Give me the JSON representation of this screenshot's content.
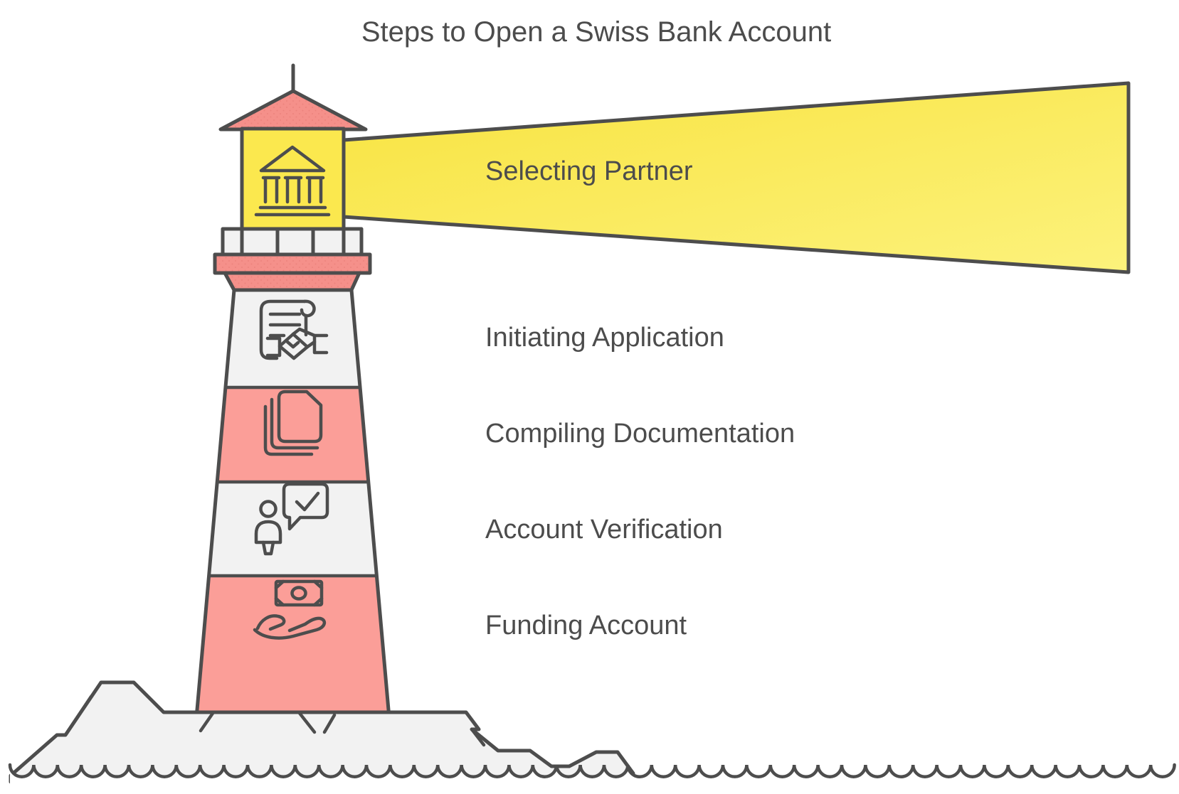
{
  "title": "Steps to Open a Swiss Bank Account",
  "diagram": {
    "type": "lighthouse-steps",
    "steps": [
      {
        "label": "Selecting Partner",
        "icon": "bank-icon",
        "zone": "light-beam"
      },
      {
        "label": "Initiating Application",
        "icon": "contract-icon",
        "zone": "stripe-white-1"
      },
      {
        "label": "Compiling Documentation",
        "icon": "documents-icon",
        "zone": "stripe-red-1"
      },
      {
        "label": "Account Verification",
        "icon": "verification-icon",
        "zone": "stripe-white-2"
      },
      {
        "label": "Funding Account",
        "icon": "funding-icon",
        "zone": "stripe-red-2"
      }
    ],
    "colors": {
      "red": "#F5908A",
      "red_dot": "#EC837D",
      "red_stripe": "#FB9E98",
      "lamp_yellow": "#FBE84E",
      "beam_yellow_start": "#F8E340",
      "beam_yellow_end": "#FCF27C",
      "light_gray": "#F2F2F2",
      "outline": "#4D4D4D",
      "text": "#4C4C4C",
      "background": "#FFFFFF"
    }
  }
}
